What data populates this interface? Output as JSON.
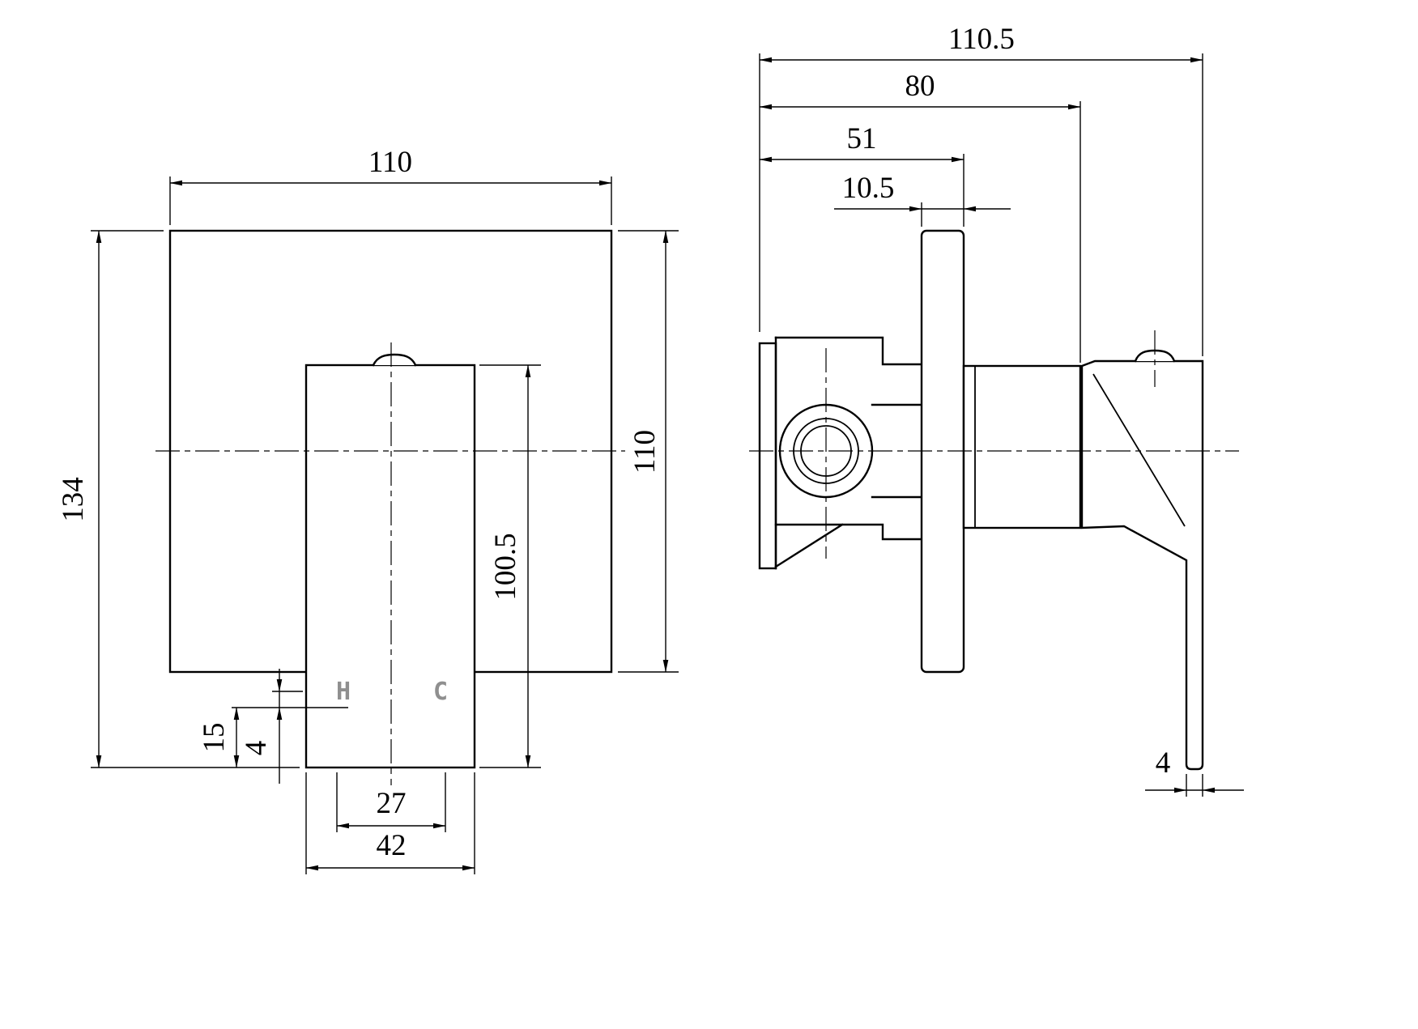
{
  "front_view": {
    "dims": {
      "plate_width": "110",
      "overall_height": "134",
      "plate_height": "110",
      "handle_height": "100.5",
      "hc_offset": "15",
      "pin_offset": "4",
      "port_spacing": "27",
      "handle_width": "42"
    },
    "port_labels": {
      "hot": "H",
      "cold": "C"
    }
  },
  "side_view": {
    "dims": {
      "overall_depth": "110.5",
      "body_depth": "80",
      "behind_wall_depth": "51",
      "plate_thickness": "10.5",
      "lever_thickness": "4"
    }
  },
  "colors": {
    "line": "#000000",
    "port_label": "#8f8f8f",
    "background": "#ffffff"
  }
}
